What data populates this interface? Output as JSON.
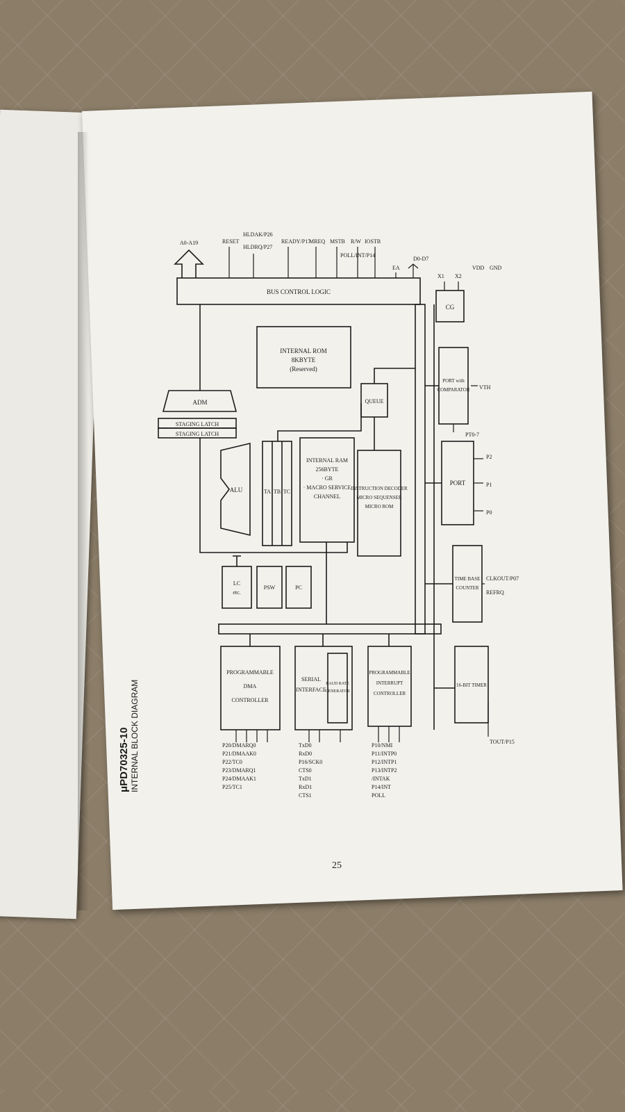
{
  "page": {
    "part_number": "μPD70325-10",
    "heading": "INTERNAL BLOCK DIAGRAM",
    "page_number": "25"
  },
  "blocks": {
    "bus_control": "BUS CONTROL LOGIC",
    "cg": "CG",
    "internal_rom": [
      "INTERNAL ROM",
      "8KBYTE",
      "(Reserved)"
    ],
    "adm": "ADM",
    "staging_latch": [
      "STAGING LATCH",
      "STAGING LATCH"
    ],
    "queue": "QUEUE",
    "alu": "ALU",
    "ta_tb_tc": [
      "TA",
      "TB",
      "TC"
    ],
    "internal_ram": [
      "INTERNAL RAM",
      "256BYTE",
      "· GR",
      "· MACRO SERVICE",
      "CHANNEL"
    ],
    "instruction_decoder": [
      "INSTRUCTION DECODER",
      "MICRO SEQUENSER",
      "MICRO ROM"
    ],
    "port_comparator": [
      "PORT with",
      "COMPARATOR"
    ],
    "port": "PORT",
    "lc": [
      "LC",
      "etc."
    ],
    "psw": "PSW",
    "pc": "PC",
    "time_base": [
      "TIME BASE",
      "COUNTER"
    ],
    "dma": [
      "PROGRAMMABLE",
      "DMA",
      "CONTROLLER"
    ],
    "serial": [
      "SERIAL",
      "INTERFACE"
    ],
    "baud": [
      "BAUD RATE",
      "GENERATOR"
    ],
    "pic": [
      "PROGRAMMABLE",
      "INTERRUPT",
      "CONTROLLER"
    ],
    "timer16": "16-BIT TIMER"
  },
  "signals": {
    "address": "A0-A19",
    "bus_control": [
      "RESET",
      "HLDAK/P26",
      "HLDRQ/P27",
      "READY/P17",
      "MREQ",
      "MSTB",
      "R/W",
      "IOSTB",
      "POLL/INT/P14"
    ],
    "ea": "EA",
    "data": "D0-D7",
    "clock": [
      "X1",
      "X2"
    ],
    "power": [
      "VDD",
      "GND"
    ],
    "vth": "VTH",
    "pt": "PT0-7",
    "ports": [
      "P2",
      "P1",
      "P0"
    ],
    "clkout": "CLKOUT/P07",
    "refrq": "REFRQ",
    "tout": "TOUT/P15",
    "dma": [
      "P20/DMARQ0",
      "P21/DMAAK0",
      "P22/TC0",
      "P23/DMARQ1",
      "P24/DMAAK1",
      "P25/TC1"
    ],
    "serial": [
      "TxD0",
      "RxD0",
      "P16/SCK0",
      "CTS0",
      "TxD1",
      "RxD1",
      "CTS1"
    ],
    "pic": [
      "P10/NMI",
      "P11/INTP0",
      "P12/INTP1",
      "P13/INTP2",
      "/INTAK",
      "P14/INT",
      "POLL"
    ]
  }
}
